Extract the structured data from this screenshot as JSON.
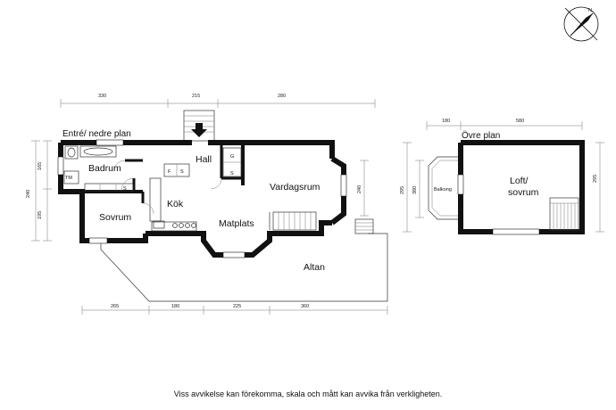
{
  "lower_plan": {
    "title": "Entré/ nedre plan",
    "rooms": {
      "badrum": "Badrum",
      "hall": "Hall",
      "vardagsrum": "Vardagsrum",
      "kok": "Kök",
      "sovrum": "Sovrum",
      "matplats": "Matplats",
      "altan": "Altan"
    },
    "fixtures": {
      "tm": "TM",
      "s_bath": "S",
      "f": "F",
      "s_kitchen": "S",
      "g": "G",
      "s_hall": "S"
    },
    "dimensions": {
      "top": [
        "330",
        "215",
        "280"
      ],
      "bottom": [
        "265",
        "180",
        "225",
        "360"
      ],
      "left": [
        "165",
        "195",
        "240"
      ],
      "right": [
        "240"
      ]
    }
  },
  "upper_plan": {
    "title": "Övre plan",
    "rooms": {
      "loft": "Loft/",
      "loft2": "sovrum",
      "balkong": "Balkong"
    },
    "dimensions": {
      "top": [
        "180",
        "580"
      ],
      "left": [
        "295",
        "380"
      ],
      "right": [
        "295"
      ]
    }
  },
  "compass": {
    "label": "N",
    "icon": "north-arrow-icon"
  },
  "disclaimer": "Viss avvikelse kan förekomma, skala och mått kan avvika från verkligheten."
}
